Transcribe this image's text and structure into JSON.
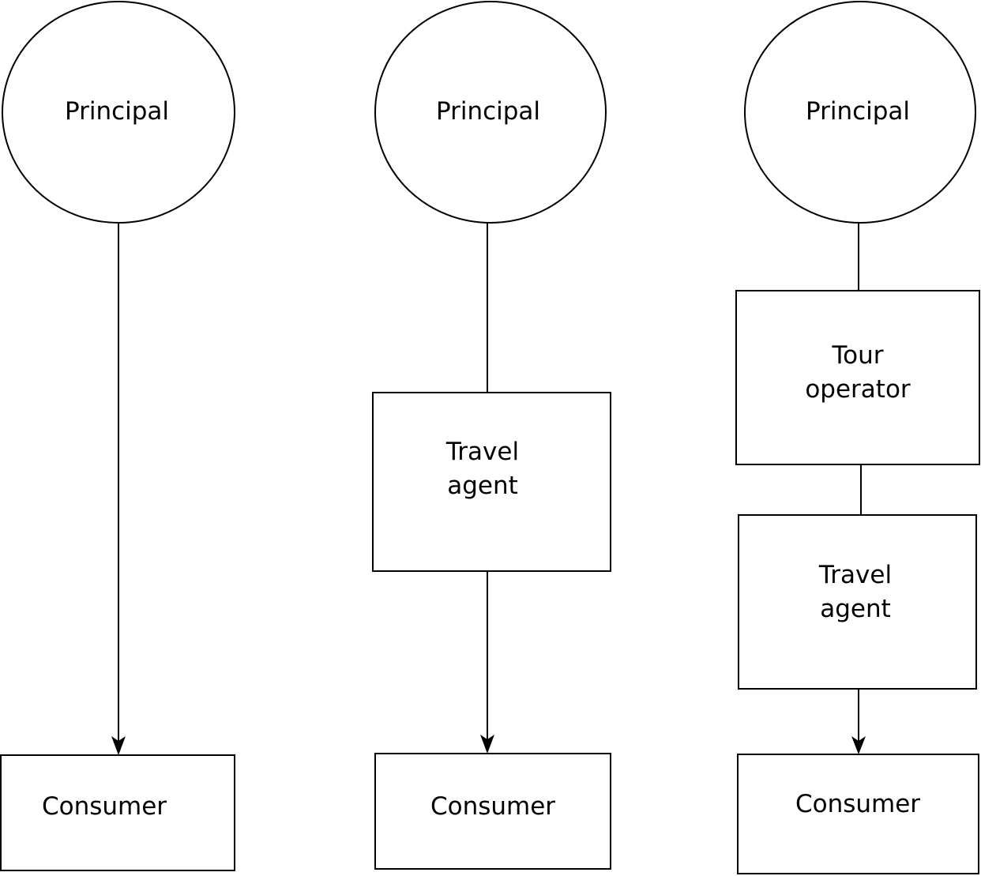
{
  "diagram": {
    "chains": [
      {
        "principal": "Principal",
        "consumer": "Consumer"
      },
      {
        "principal": "Principal",
        "travel_agent": [
          "Travel",
          "agent"
        ],
        "consumer": "Consumer"
      },
      {
        "principal": "Principal",
        "tour_operator": [
          "Tour",
          "operator"
        ],
        "travel_agent": [
          "Travel",
          "agent"
        ],
        "consumer": "Consumer"
      }
    ]
  }
}
